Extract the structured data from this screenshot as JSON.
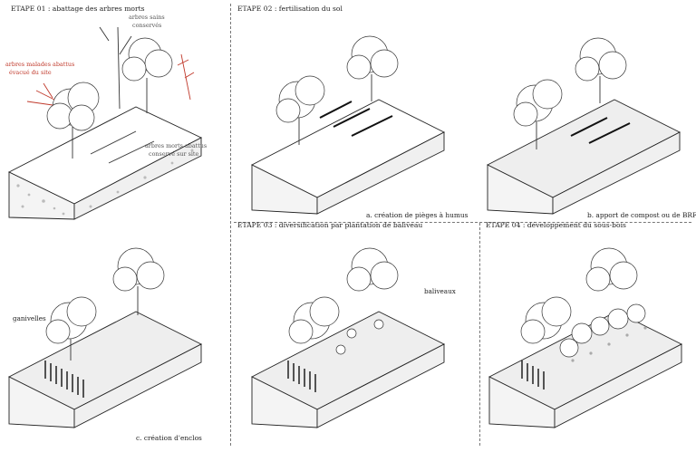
{
  "panels": [
    {
      "heading": "ETAPE 01 : abattage des arbres morts",
      "caption": "",
      "notes": {
        "healthy": [
          "arbres sains",
          "conservés"
        ],
        "sick": [
          "arbres malades abattus",
          "évacué du site"
        ],
        "dead": [
          "arbres morts abattus",
          "conservé sur site"
        ]
      }
    },
    {
      "heading": "ETAPE 02 : fertilisation du sol",
      "caption": "a. création de pièges à humus"
    },
    {
      "heading": "",
      "caption": "b. apport de compost ou de BRF"
    },
    {
      "heading": "",
      "caption": "c. création d'enclos",
      "label": "ganivelles"
    },
    {
      "heading": "ETAPE 03 : diversification par plantation de baliveau",
      "caption": "",
      "label": "baliveaux"
    },
    {
      "heading": "ETAPE 04 : développement du sous-bois",
      "caption": ""
    }
  ],
  "colors": {
    "line": "#222222",
    "accent": "#c0392b",
    "separator": "#777777"
  }
}
